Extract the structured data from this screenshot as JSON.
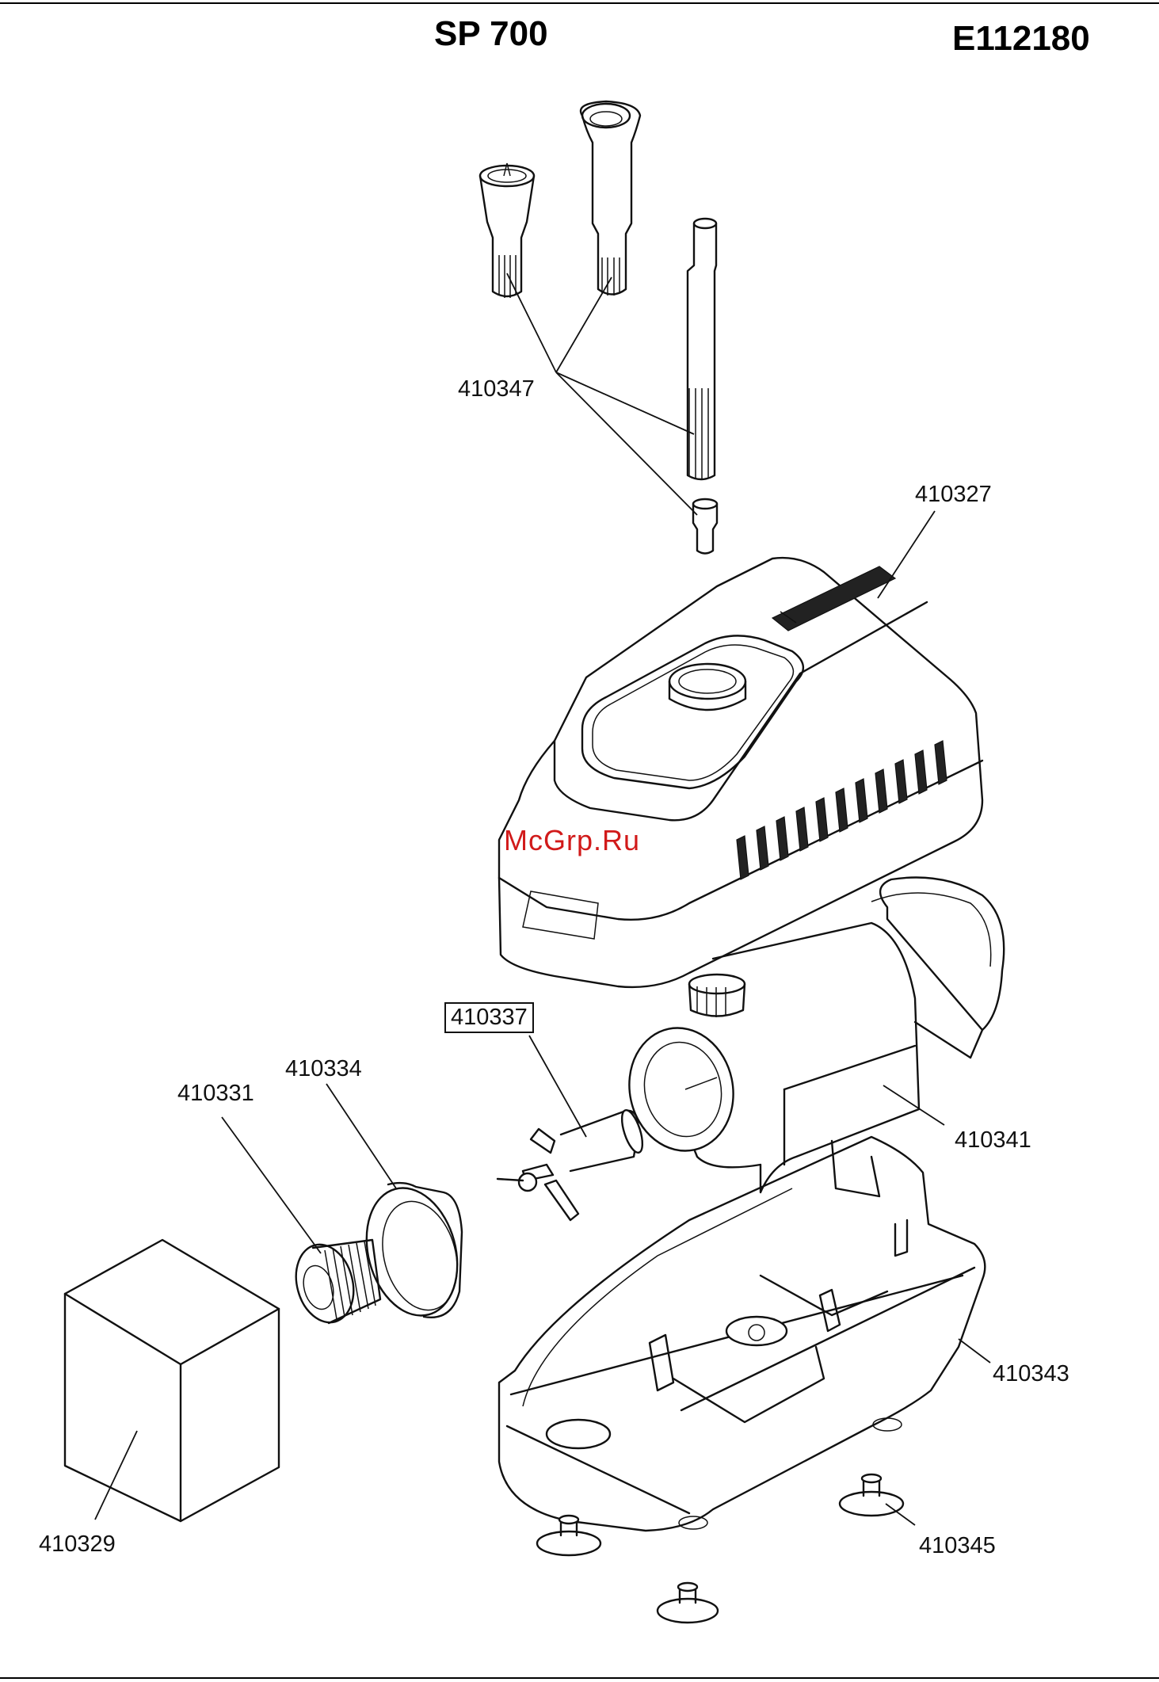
{
  "header": {
    "model": "SP 700",
    "code": "E112180"
  },
  "watermark": "McGrp.Ru",
  "parts": [
    {
      "id": "nozzles",
      "label": "410347"
    },
    {
      "id": "cover",
      "label": "410327"
    },
    {
      "id": "impeller",
      "label": "410337",
      "boxed": true
    },
    {
      "id": "connector",
      "label": "410334"
    },
    {
      "id": "thread",
      "label": "410331"
    },
    {
      "id": "housing",
      "label": "410341"
    },
    {
      "id": "base",
      "label": "410343"
    },
    {
      "id": "sponge",
      "label": "410329"
    },
    {
      "id": "suction-cups",
      "label": "410345"
    }
  ]
}
